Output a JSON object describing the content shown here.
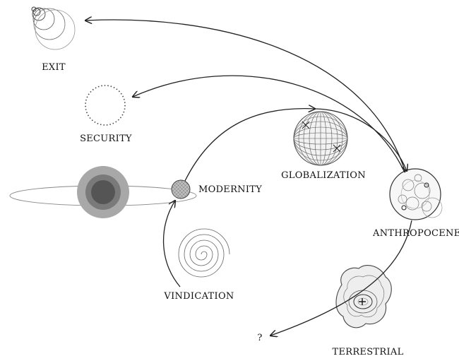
{
  "diagram": {
    "nodes": {
      "exit": "EXIT",
      "security": "SECURITY",
      "modernity": "MODERNITY",
      "globalization": "GLOBALIZATION",
      "anthropocene": "ANTHROPOCENE",
      "vindication": "VINDICATION",
      "terrestrial": "TERRESTRIAL",
      "unknown": "?"
    },
    "colors": {
      "ink": "#222222",
      "sun_outer": "#a8a8a8",
      "sun_mid": "#7a7a7a",
      "sun_core": "#555555"
    }
  }
}
